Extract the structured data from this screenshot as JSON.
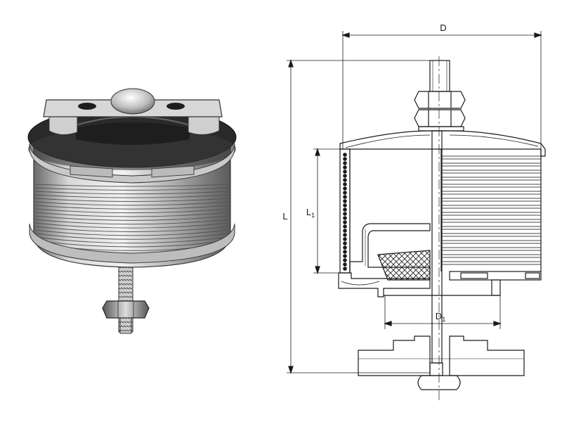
{
  "labels": {
    "D": "D",
    "L": "L",
    "L1_main": "L",
    "L1_sub": "1",
    "D1_main": "D",
    "D1_sub": "1"
  },
  "colors": {
    "ink": "#1a1a1a",
    "metal_light": "#e6e6e6",
    "metal_mid": "#a8a8a8",
    "metal_dark": "#5e5e5e",
    "rubber": "#2a2a2a",
    "background": "#ffffff"
  }
}
